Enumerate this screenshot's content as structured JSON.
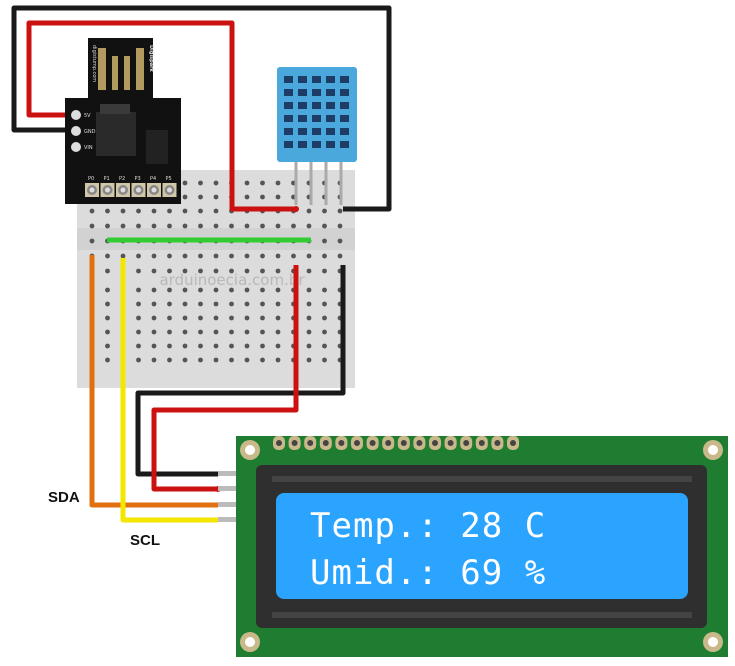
{
  "digispark": {
    "brand": "Digispark",
    "site": "digistump.com",
    "power_pins": [
      "5V",
      "GND",
      "VIN"
    ],
    "io_pins": [
      "P0",
      "P1",
      "P2",
      "P3",
      "P4",
      "P5"
    ]
  },
  "watermark": "arduinoecia.com.br",
  "labels": {
    "sda": "SDA",
    "scl": "SCL"
  },
  "lcd": {
    "line1": "Temp.: 28 C",
    "line2": "Umid.: 69 %",
    "screen_color": "#2aa4ff",
    "board_color": "#1f7d32"
  },
  "wire_colors": {
    "red": "#cc1111",
    "black": "#1a1a1a",
    "orange": "#e07010",
    "yellow": "#f5e600",
    "green": "#33cc33"
  },
  "sensor": {
    "color": "#4aa8dc"
  }
}
